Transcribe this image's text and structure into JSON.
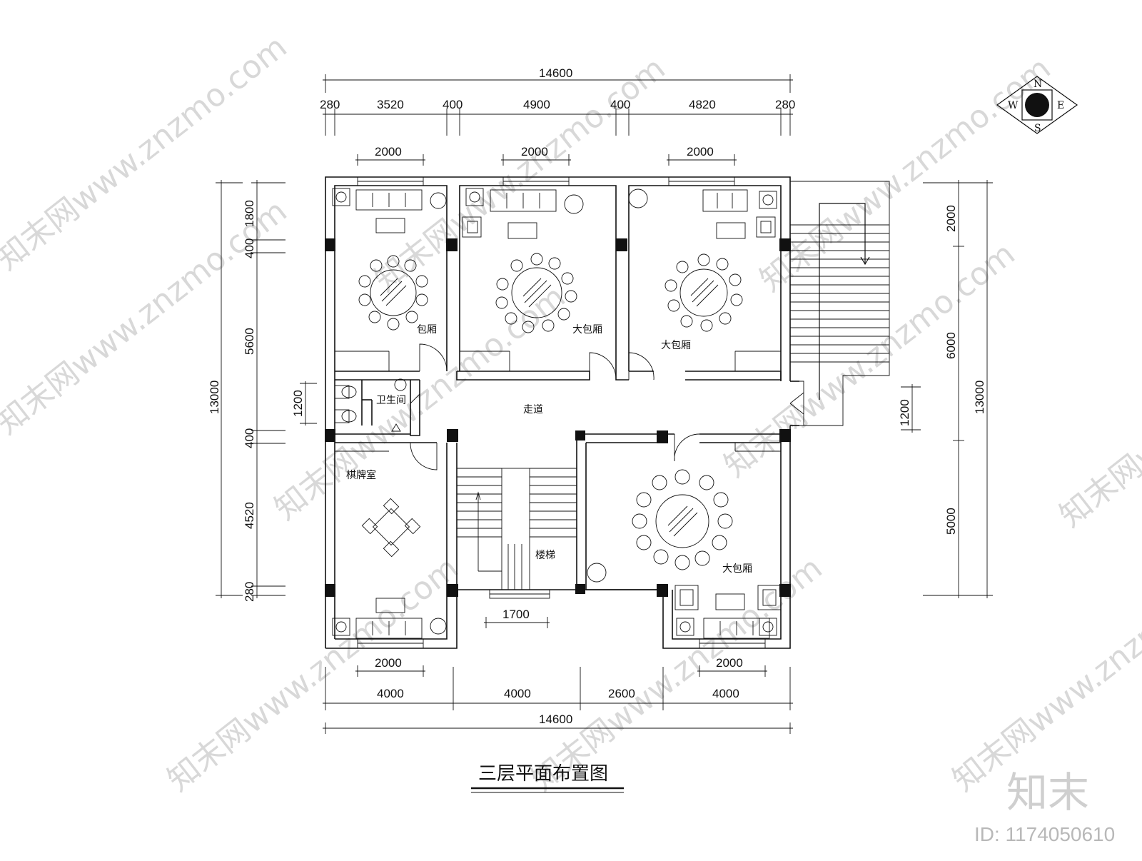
{
  "dimensions": {
    "top_total": "14600",
    "top_segments": [
      "280",
      "3520",
      "400",
      "4900",
      "400",
      "4820",
      "280"
    ],
    "top_windows": [
      "2000",
      "2000",
      "2000"
    ],
    "bottom_total": "14600",
    "bottom_segments": [
      "4000",
      "4000",
      "2600",
      "4000"
    ],
    "bottom_windows": [
      "2000",
      "1700",
      "2000"
    ],
    "left_total": "13000",
    "left_segments": [
      "1800",
      "400",
      "5600",
      "400",
      "4520",
      "280"
    ],
    "left_door": "1200",
    "right_total": "13000",
    "right_segments": [
      "2000",
      "6000",
      "5000"
    ],
    "right_door": "1200"
  },
  "rooms": {
    "private_room": "包厢",
    "large_room_1": "大包厢",
    "large_room_2": "大包厢",
    "large_room_3": "大包厢",
    "restroom": "卫生间",
    "corridor": "走道",
    "mahjong_room": "棋牌室",
    "stairs": "楼梯"
  },
  "compass": {
    "north": "N",
    "south": "S",
    "east": "E",
    "west": "W"
  },
  "title": "三层平面布置图",
  "watermark": {
    "text": "知末网www.znzmo.com",
    "brand": "知末",
    "id": "ID: 1174050610"
  }
}
